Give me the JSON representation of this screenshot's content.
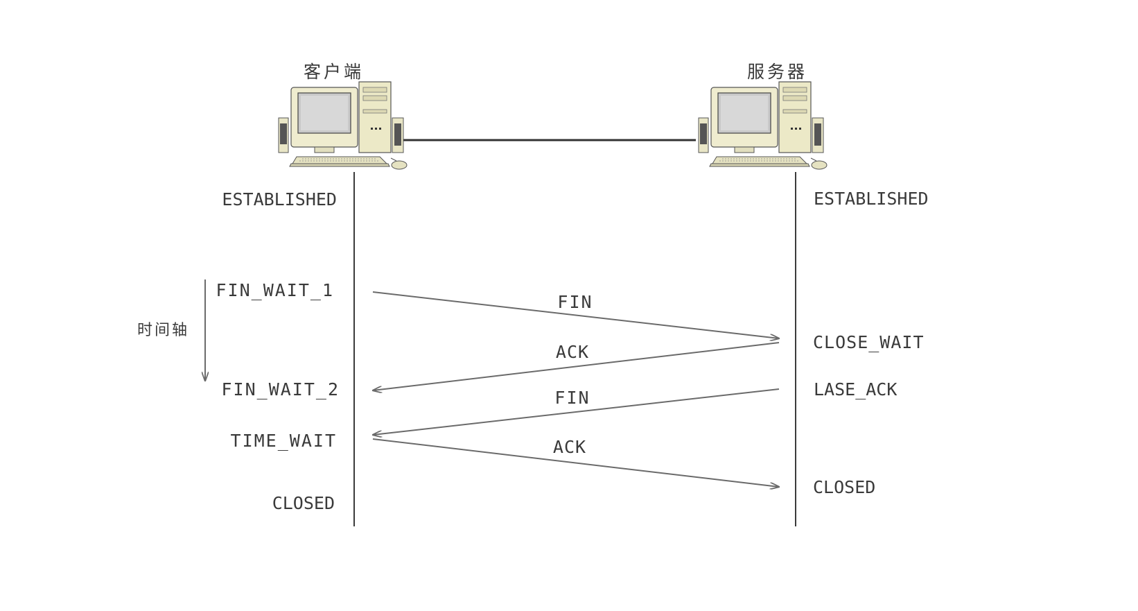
{
  "client": {
    "title": "客户端",
    "states": {
      "established": "ESTABLISHED",
      "fin_wait_1": "FIN_WAIT_1",
      "fin_wait_2": "FIN_WAIT_2",
      "time_wait": "TIME_WAIT",
      "closed": "CLOSED"
    }
  },
  "server": {
    "title": "服务器",
    "states": {
      "established": "ESTABLISHED",
      "close_wait": "CLOSE_WAIT",
      "last_ack": "LASE_ACK",
      "closed": "CLOSED"
    }
  },
  "timeline": {
    "label": "时间轴"
  },
  "messages": {
    "fin1": "FIN",
    "ack1": "ACK",
    "fin2": "FIN",
    "ack2": "ACK"
  },
  "colors": {
    "line": "#3a3a3a",
    "arrow": "#6a6a6a",
    "monitor_body": "#efeccf",
    "screen": "#c9c9c9",
    "case_body": "#ece9c7"
  },
  "icons": {
    "client_computer": "desktop-computer-icon",
    "server_computer": "desktop-computer-icon"
  }
}
